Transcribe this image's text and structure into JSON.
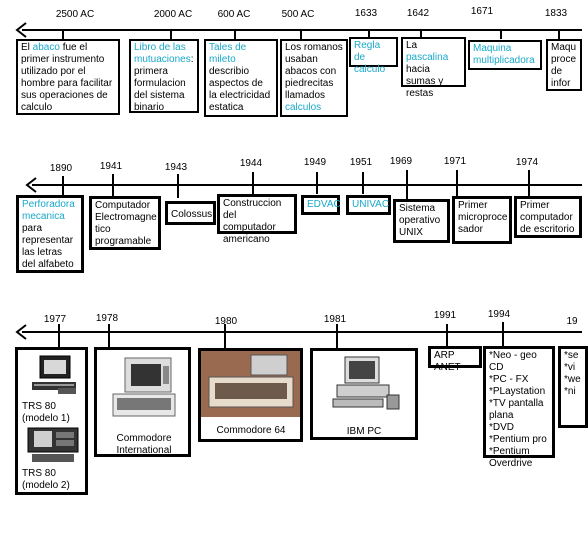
{
  "row1": {
    "years": [
      "2500 AC",
      "2000 AC",
      "600 AC",
      "500 AC",
      "1633",
      "1642",
      "1671",
      "1833"
    ],
    "events": [
      {
        "pre": "El ",
        "hl": "abaco",
        "post": " fue el primer instrumento utilizado por el hombre para facilitar sus operaciones de calculo"
      },
      {
        "hl": "Libro de las mutuaciones",
        "post": ": primera formulacion del sistema binario"
      },
      {
        "hl": "Tales de mileto",
        "post": " describio aspectos de la electricidad estatica"
      },
      {
        "pre": "Los romanos usaban abacos con piedrecitas llamados ",
        "hl": "calculos"
      },
      {
        "hl": "Regla de calculo"
      },
      {
        "pre": "La ",
        "hl": "pascalina",
        "post": " hacia sumas y restas"
      },
      {
        "hl": "Maquina multiplicadora"
      },
      {
        "pre": "Maqu proce de infor"
      }
    ]
  },
  "row2": {
    "years": [
      "1890",
      "1941",
      "1943",
      "1944",
      "1949",
      "1951",
      "1969",
      "1971",
      "1974"
    ],
    "events": [
      {
        "hl": "Perforadora mecanica",
        "post": " para representar las letras del alfabeto"
      },
      {
        "pre": "Computador Electromagne tico programable"
      },
      {
        "pre": "Colossus"
      },
      {
        "pre": "Construccion del computador americano"
      },
      {
        "hl": "EDVAC"
      },
      {
        "hl": "UNIVAC"
      },
      {
        "pre": "Sistema operativo UNIX"
      },
      {
        "pre": "Primer microproce sador"
      },
      {
        "pre": "Primer computador de escritorio"
      }
    ]
  },
  "row3": {
    "years": [
      "1977",
      "1978",
      "1980",
      "1981",
      "1991",
      "1994",
      "19"
    ],
    "trs1": "TRS 80 (modelo 1)",
    "trs2": "TRS 80 (modelo 2)",
    "commodore_intl": "Commodore International",
    "commodore64": "Commodore 64",
    "ibmpc": "IBM PC",
    "arpanet": "ARP ANET",
    "list1994": [
      "*Neo - geo CD",
      "*PC - FX",
      "*PLaystation",
      "*TV pantalla plana",
      "*DVD",
      "*Pentium pro",
      "*Pentium Overdrive"
    ],
    "list_right": [
      "*se",
      "*vi",
      "*we",
      "*ni"
    ]
  }
}
